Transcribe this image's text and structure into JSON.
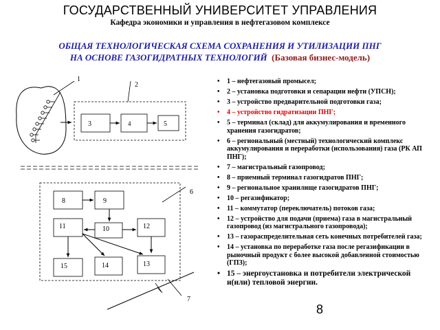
{
  "header": {
    "university": "ГОСУДАРСТВЕННЫЙ УНИВЕРСИТЕТ УПРАВЛЕНИЯ",
    "department": "Кафедра экономики и управления в нефтегазовом комплексе"
  },
  "title": {
    "line1": "ОБЩАЯ ТЕХНОЛОГИЧЕСКАЯ СХЕМА СОХРАНЕНИЯ И УТИЛИЗАЦИИ ПНГ",
    "line2": "НА ОСНОВЕ  ГАЗОГИДРАТНЫХ ТЕХНОЛОГИЙ",
    "subtitle": "(Базовая бизнес-модель)"
  },
  "diagram": {
    "labels": {
      "n1": "1",
      "n2": "2",
      "n3": "3",
      "n4": "4",
      "n5": "5",
      "n6": "6",
      "n7": "7",
      "n8": "8",
      "n9": "9",
      "n10": "10",
      "n11": "11",
      "n12": "12",
      "n13": "13",
      "n14": "14",
      "n15": "15"
    }
  },
  "legend": [
    "1 – нефтегазовый промысел;",
    "2 – установка подготовки и сепарации нефти (УПСН);",
    "3 – устройство предварительной подготовки газа;",
    "4 – устройство гидратизации ПНГ;",
    "5 – терминал (склад) для аккумулирования и временного хранения газогидратов;",
    "6 – региональный (местный) технологический комплекс аккумулирования и переработки (использования) газа (РК АП ПНГ);",
    "7 – магистральный газопровод;",
    "8 – приемный терминал газогидратов ПНГ;",
    "9 – региональное хранилище газогидратов ПНГ;",
    "10 – регазификатор;",
    "11 – коммутатор (переключатель)  потоков газа;",
    "12 – устройство для подачи (приема) газа в магистральный газопровод (из магистрального газопровода);",
    "13 – газораспределительная сеть конечных потребителей газа;",
    "14 – установка по переработке газа после регазификации  в рыночный продукт с более высокой добавленной стоимостью (ГПЗ);",
    "15 – энергоустановка и потребители электрической и(или) тепловой энергии."
  ],
  "highlight_color": "#e00000",
  "title_color": "#1f1fa8",
  "subtitle_color": "#8b1a1a",
  "page_number": "8"
}
